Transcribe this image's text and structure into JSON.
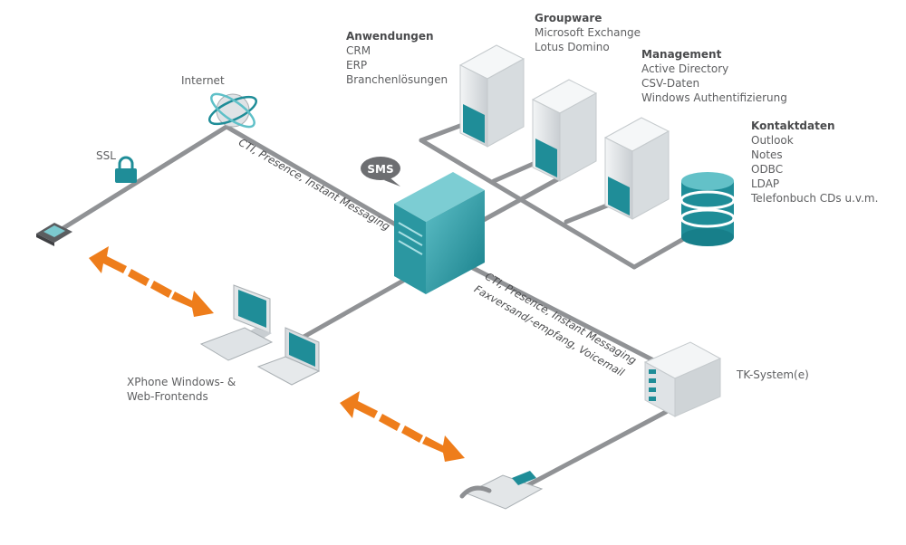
{
  "labels": {
    "internet": "Internet",
    "ssl": "SSL",
    "sms": "SMS",
    "frontends": [
      "XPhone Windows- &",
      "Web-Frontends"
    ],
    "tk_system": "TK-System(e)",
    "cti_top": "CTI, Presence, Instant Messaging",
    "cti_bottom_1": "CTI, Presence, Instant Messaging",
    "cti_bottom_2": "Faxversand/-empfang, Voicemail"
  },
  "groups": {
    "anwendungen": {
      "title": "Anwendungen",
      "items": [
        "CRM",
        "ERP",
        "Branchenlösungen"
      ]
    },
    "groupware": {
      "title": "Groupware",
      "items": [
        "Microsoft Exchange",
        "Lotus Domino"
      ]
    },
    "management": {
      "title": "Management",
      "items": [
        "Active Directory",
        "CSV-Daten",
        "Windows Authentifizierung"
      ]
    },
    "kontaktdaten": {
      "title": "Kontaktdaten",
      "items": [
        "Outlook",
        "Notes",
        "ODBC",
        "LDAP",
        "Telefonbuch CDs u.v.m."
      ]
    }
  },
  "colors": {
    "line": "#8e9093",
    "teal": "#1f8d98",
    "teal_light": "#7cc9cf",
    "server": "#e9ecee",
    "orange": "#ee7d1b",
    "text": "#5e5f61"
  }
}
